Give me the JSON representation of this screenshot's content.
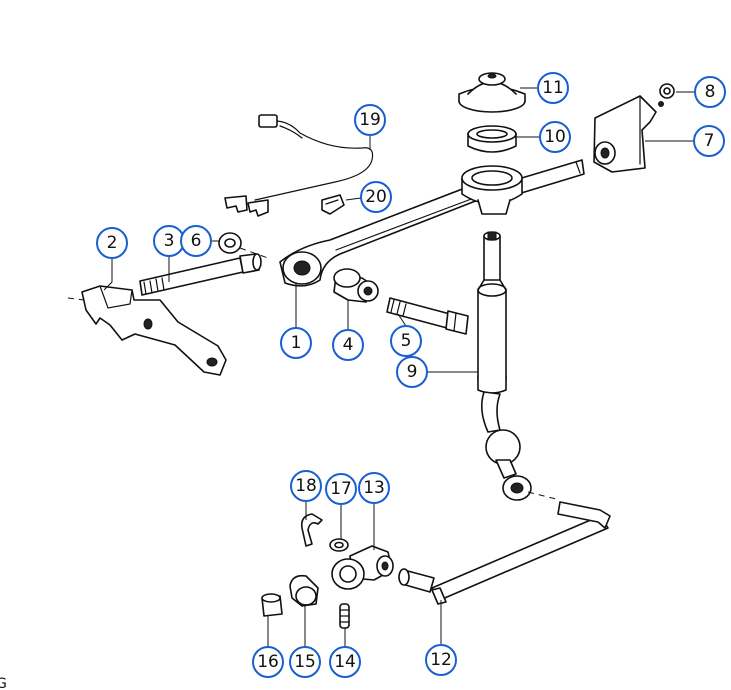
{
  "callout_color": "#1a5fd0",
  "callouts": [
    "11",
    "8",
    "19",
    "10",
    "7",
    "20",
    "2",
    "3",
    "6",
    "1",
    "4",
    "5",
    "9",
    "18",
    "17",
    "13",
    "16",
    "15",
    "14",
    "12"
  ],
  "corner_label": "G"
}
